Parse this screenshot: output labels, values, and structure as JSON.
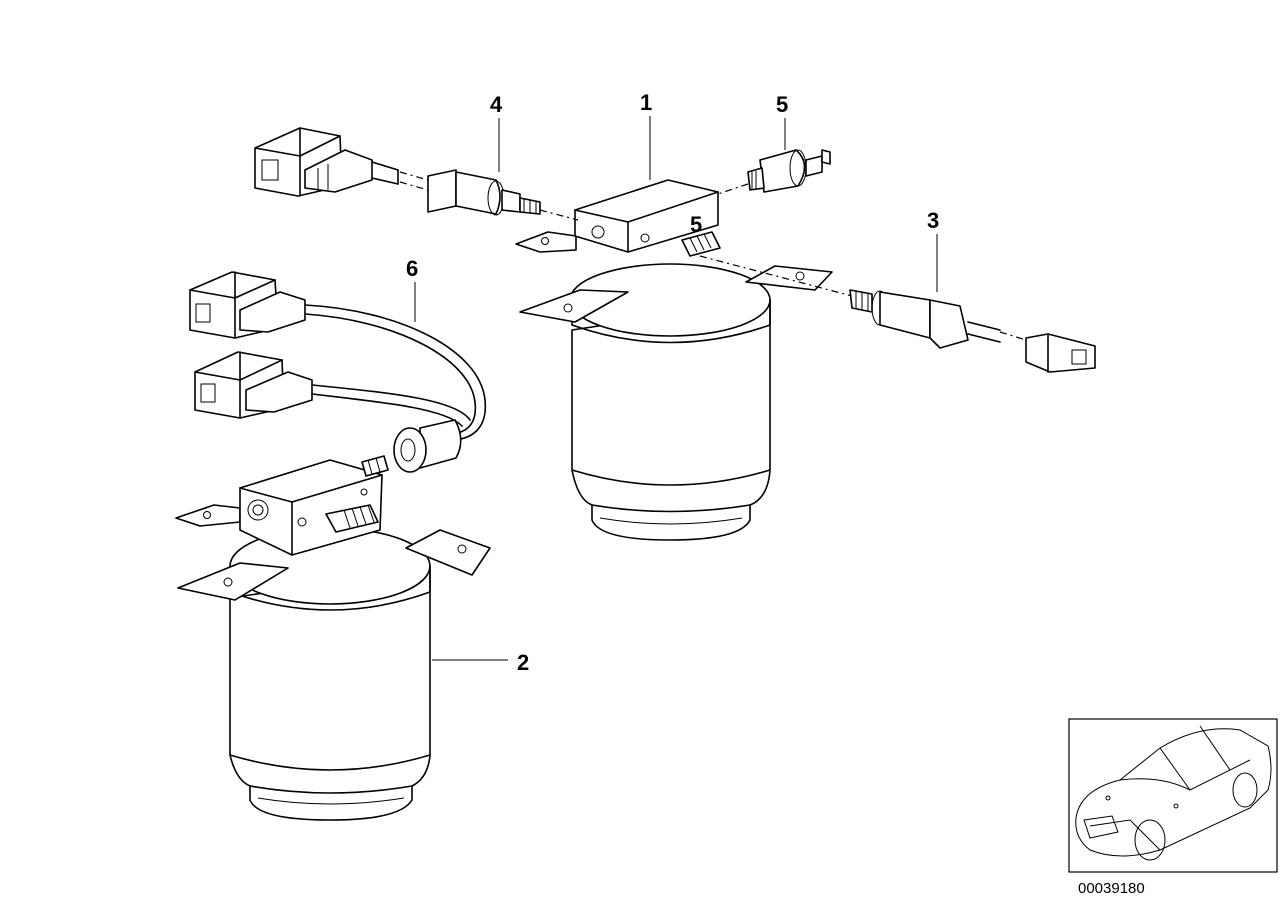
{
  "callouts": {
    "c1": "1",
    "c2": "2",
    "c3": "3",
    "c4": "4",
    "c5a": "5",
    "c5b": "5",
    "c6": "6"
  },
  "reference_number": "00039180"
}
